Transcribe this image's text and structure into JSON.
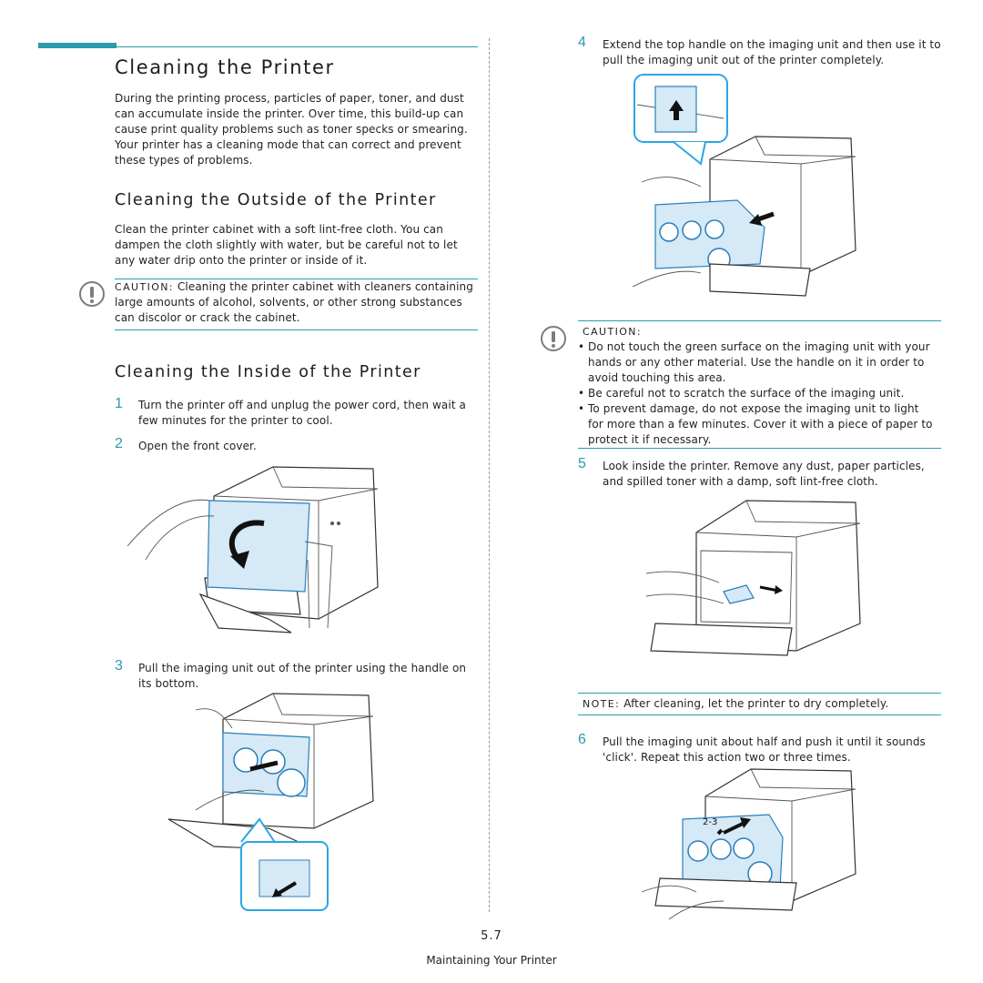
{
  "page": {
    "title": "Cleaning the Printer",
    "intro": "During the printing process, particles of paper, toner, and dust can accumulate inside the printer. Over time, this build-up can cause print quality problems such as toner specks or smearing. Your printer has a cleaning mode that can correct and prevent these types of problems.",
    "outside": {
      "heading": "Cleaning the Outside of the Printer",
      "text": "Clean the printer cabinet with a soft lint-free cloth. You can dampen the cloth slightly with water, but be careful not to let any water drip onto the printer or inside of it.",
      "caution_label": "CAUTION:",
      "caution_text": "Cleaning the printer cabinet with cleaners containing large amounts of alcohol, solvents, or other strong substances can discolor or crack the cabinet."
    },
    "inside": {
      "heading": "Cleaning the Inside of the Printer"
    },
    "steps": [
      {
        "num": "1",
        "text": "Turn the printer off and unplug the power cord, then wait a few minutes for the printer to cool."
      },
      {
        "num": "2",
        "text": "Open the front cover."
      },
      {
        "num": "3",
        "text": "Pull the imaging unit out of the printer using the handle on its bottom."
      },
      {
        "num": "4",
        "text": "Extend the top handle on the imaging unit and then use it to pull the imaging unit out of the printer completely."
      },
      {
        "num": "5",
        "text": "Look inside the printer. Remove any dust, paper particles, and spilled toner with a damp, soft lint-free cloth."
      },
      {
        "num": "6",
        "text": "Pull the imaging unit about half and push it until it sounds 'click'. Repeat this action two or three times."
      }
    ],
    "caution2": {
      "label": "CAUTION:",
      "items": [
        "Do not touch the green surface on the imaging unit with your hands or any other material. Use the handle on it in order to avoid touching this area.",
        "Be careful not to scratch the surface of the imaging unit.",
        "To prevent damage, do not expose the imaging unit to light for more than a few minutes. Cover it with a piece of paper to protect it if necessary."
      ]
    },
    "note": {
      "label": "NOTE:",
      "text": "After cleaning, let the printer to dry completely."
    },
    "figure_label_step6": "2-3",
    "footer": {
      "page_number": "5.7",
      "section": "Maintaining Your Printer"
    },
    "colors": {
      "accent": "#2a9cab",
      "highlight_blue": "#d5e9f7",
      "callout_blue": "#2aa6e6",
      "caution_icon": "#7b7c80"
    },
    "icons": [
      "caution-icon",
      "arrow-icon"
    ]
  }
}
